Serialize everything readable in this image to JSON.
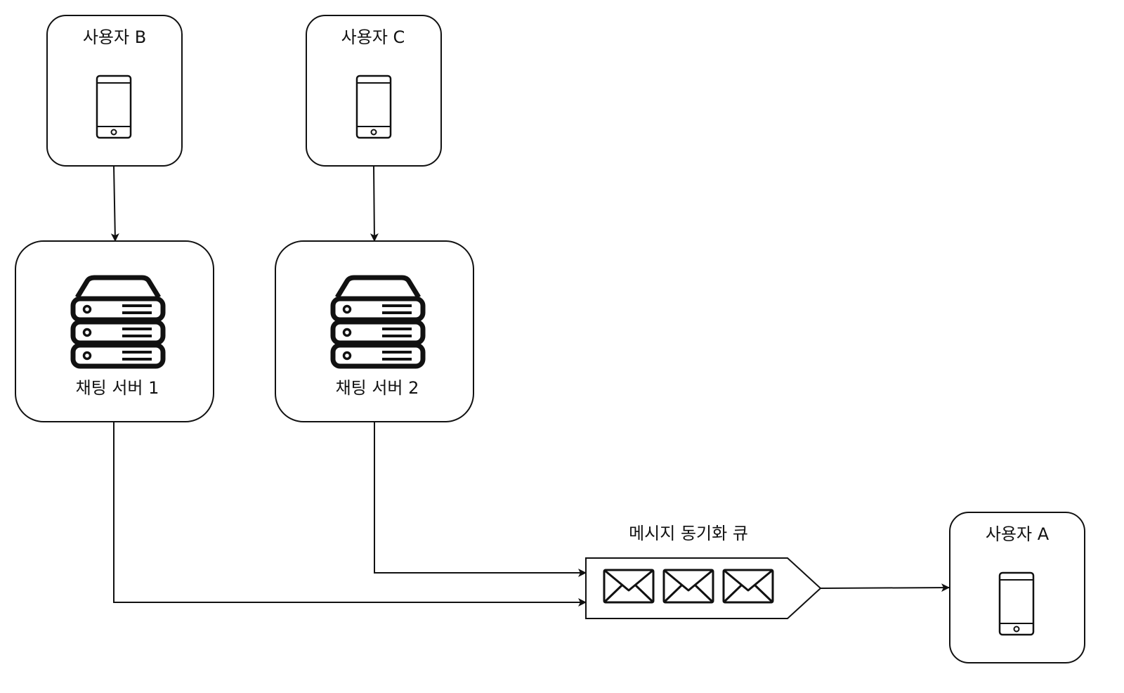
{
  "users": {
    "user_b": {
      "label": "사용자 B",
      "icon": "smartphone-icon"
    },
    "user_c": {
      "label": "사용자 C",
      "icon": "smartphone-icon"
    },
    "user_a": {
      "label": "사용자 A",
      "icon": "smartphone-icon"
    }
  },
  "servers": {
    "server_1": {
      "label": "채팅 서버 1",
      "icon": "server-stack-icon"
    },
    "server_2": {
      "label": "채팅 서버 2",
      "icon": "server-stack-icon"
    }
  },
  "queue": {
    "label": "메시지 동기화 큐",
    "message_icons": [
      "envelope-icon",
      "envelope-icon",
      "envelope-icon"
    ]
  },
  "edges": [
    {
      "from": "사용자 B",
      "to": "채팅 서버 1"
    },
    {
      "from": "사용자 C",
      "to": "채팅 서버 2"
    },
    {
      "from": "채팅 서버 2",
      "to": "메시지 동기화 큐"
    },
    {
      "from": "채팅 서버 1",
      "to": "메시지 동기화 큐"
    },
    {
      "from": "메시지 동기화 큐",
      "to": "사용자 A"
    }
  ],
  "colors": {
    "stroke": "#111111",
    "background": "#ffffff"
  }
}
